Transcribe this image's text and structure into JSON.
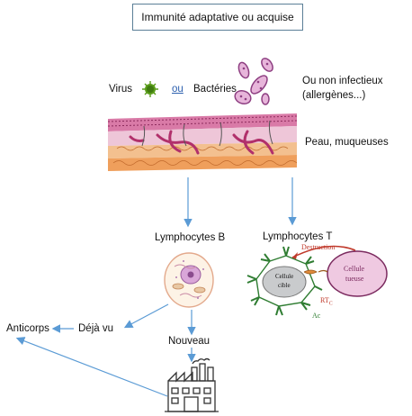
{
  "title": "Immunité adaptative ou acquise",
  "pathogens": {
    "virus": "Virus",
    "or": "ou",
    "bacteria": "Bactéries",
    "non_infectious_line1": "Ou non infectieux",
    "non_infectious_line2": "(allergènes...)"
  },
  "barrier_label": "Peau, muqueuses",
  "lymph_b": "Lymphocytes B",
  "lymph_t": "Lymphocytes T",
  "t_cell_diagram": {
    "destruction": "Destruction",
    "cellule_cible_1": "Cellule",
    "cellule_cible_2": "cible",
    "cellule_tueuse_1": "Cellule",
    "cellule_tueuse_2": "tueuse",
    "rtc": "RT",
    "rtc_sub": "C",
    "ac": "Ac"
  },
  "deja_vu": "Déjà vu",
  "anticorps": "Anticorps",
  "nouveau": "Nouveau",
  "colors": {
    "arrow": "#5b9bd5",
    "skin_pink": "#e3a7c3",
    "skin_orange": "#f0a46a",
    "virus_green": "#5a9d1a",
    "bacteria_purple": "#b46aa6"
  }
}
